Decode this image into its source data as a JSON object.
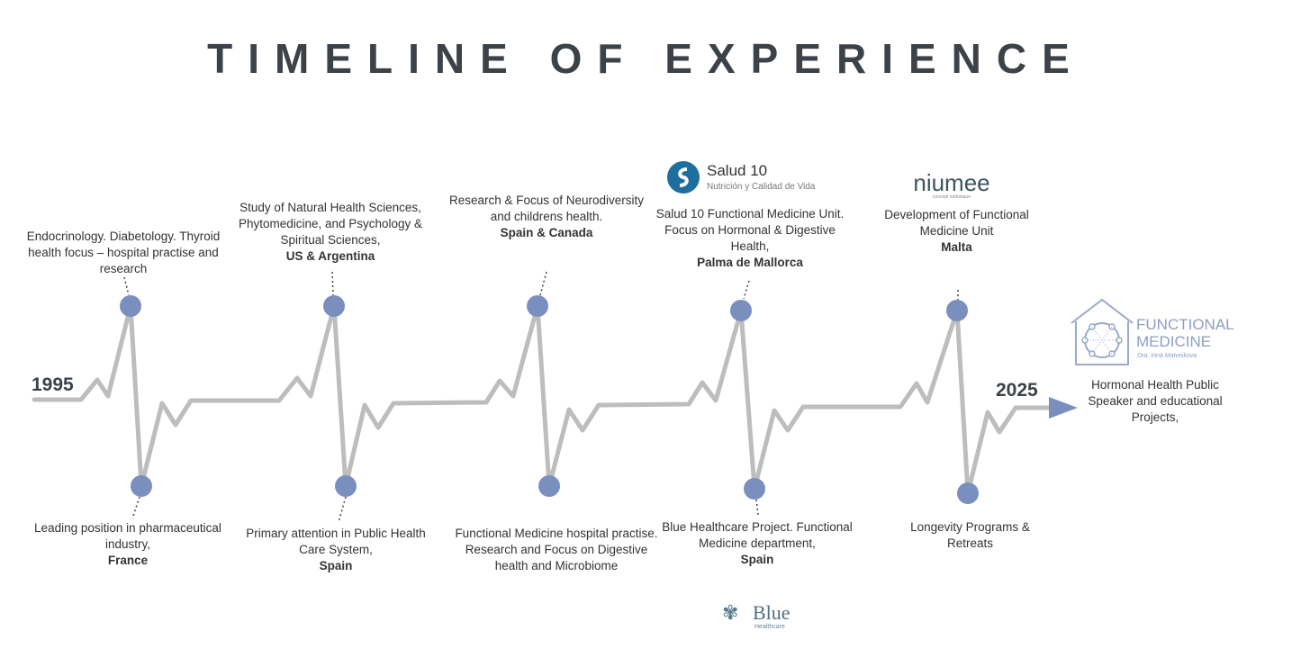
{
  "title": "TIMELINE OF EXPERIENCE",
  "years": {
    "start": "1995",
    "end": "2025"
  },
  "colors": {
    "line": "#bdbdbd",
    "dot": "#7b8fbf",
    "text": "#333333",
    "title": "#3d4248"
  },
  "events_top": [
    {
      "text": "Endocrinology. Diabetology. Thyroid health focus – hospital practise and research",
      "place": ""
    },
    {
      "text": "Study of Natural Health Sciences, Phytomedicine, and Psychology & Spiritual Sciences,",
      "place": "US & Argentina"
    },
    {
      "text": "Research & Focus of Neurodiversity and childrens health.",
      "place": "Spain & Canada"
    },
    {
      "text": "Salud 10 Functional Medicine Unit. Focus on Hormonal & Digestive Health,",
      "place": "Palma de Mallorca"
    },
    {
      "text": "Development of Functional Medicine Unit",
      "place": "Malta"
    }
  ],
  "events_bottom": [
    {
      "text": "Leading position in pharmaceutical industry,",
      "place": "France"
    },
    {
      "text": "Primary attention in Public Health Care System,",
      "place": "Spain"
    },
    {
      "text": "Functional Medicine hospital practise. Research and Focus on Digestive health and Microbiome",
      "place": ""
    },
    {
      "text": "Blue Healthcare Project. Functional Medicine department,",
      "place": "Spain"
    },
    {
      "text": "Longevity Programs & Retreats",
      "place": ""
    }
  ],
  "final_event": {
    "text": "Hormonal Health Public Speaker and educational Projects,"
  },
  "logos": {
    "salud10": {
      "name": "Salud 10",
      "tagline": "Nutrición y Calidad de Vida"
    },
    "niumee": {
      "name": "niumee",
      "tagline": "concept esthetique"
    },
    "blue": {
      "name": "Blue",
      "tagline": "Healthcare"
    },
    "functional": {
      "line1": "FUNCTIONAL",
      "line2": "MEDICINE",
      "sub": "Dra. Irina Matveikova"
    }
  }
}
